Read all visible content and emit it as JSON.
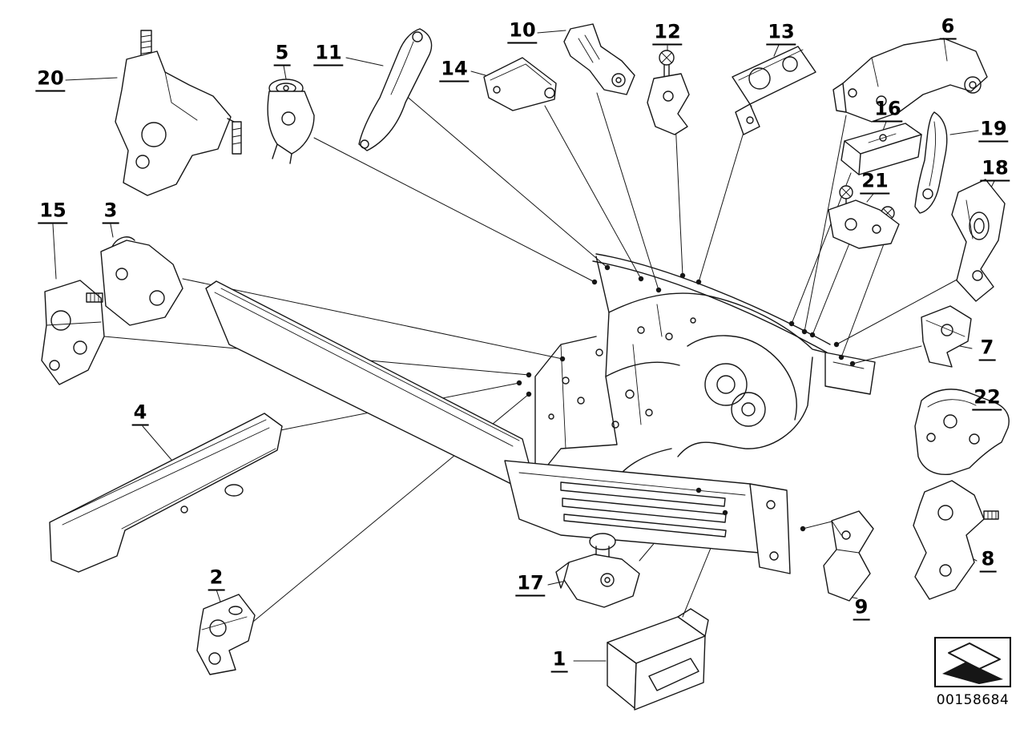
{
  "diagram": {
    "type": "exploded-parts-diagram",
    "callouts": [
      "1",
      "2",
      "3",
      "4",
      "5",
      "6",
      "7",
      "8",
      "9",
      "10",
      "11",
      "12",
      "13",
      "14",
      "15",
      "16",
      "17",
      "18",
      "19",
      "20",
      "21",
      "22"
    ],
    "stamp": {
      "code": "00158684",
      "icon": "diagonal-arrow-icon"
    },
    "colors": {
      "line": "#161616",
      "background": "#ffffff"
    }
  }
}
